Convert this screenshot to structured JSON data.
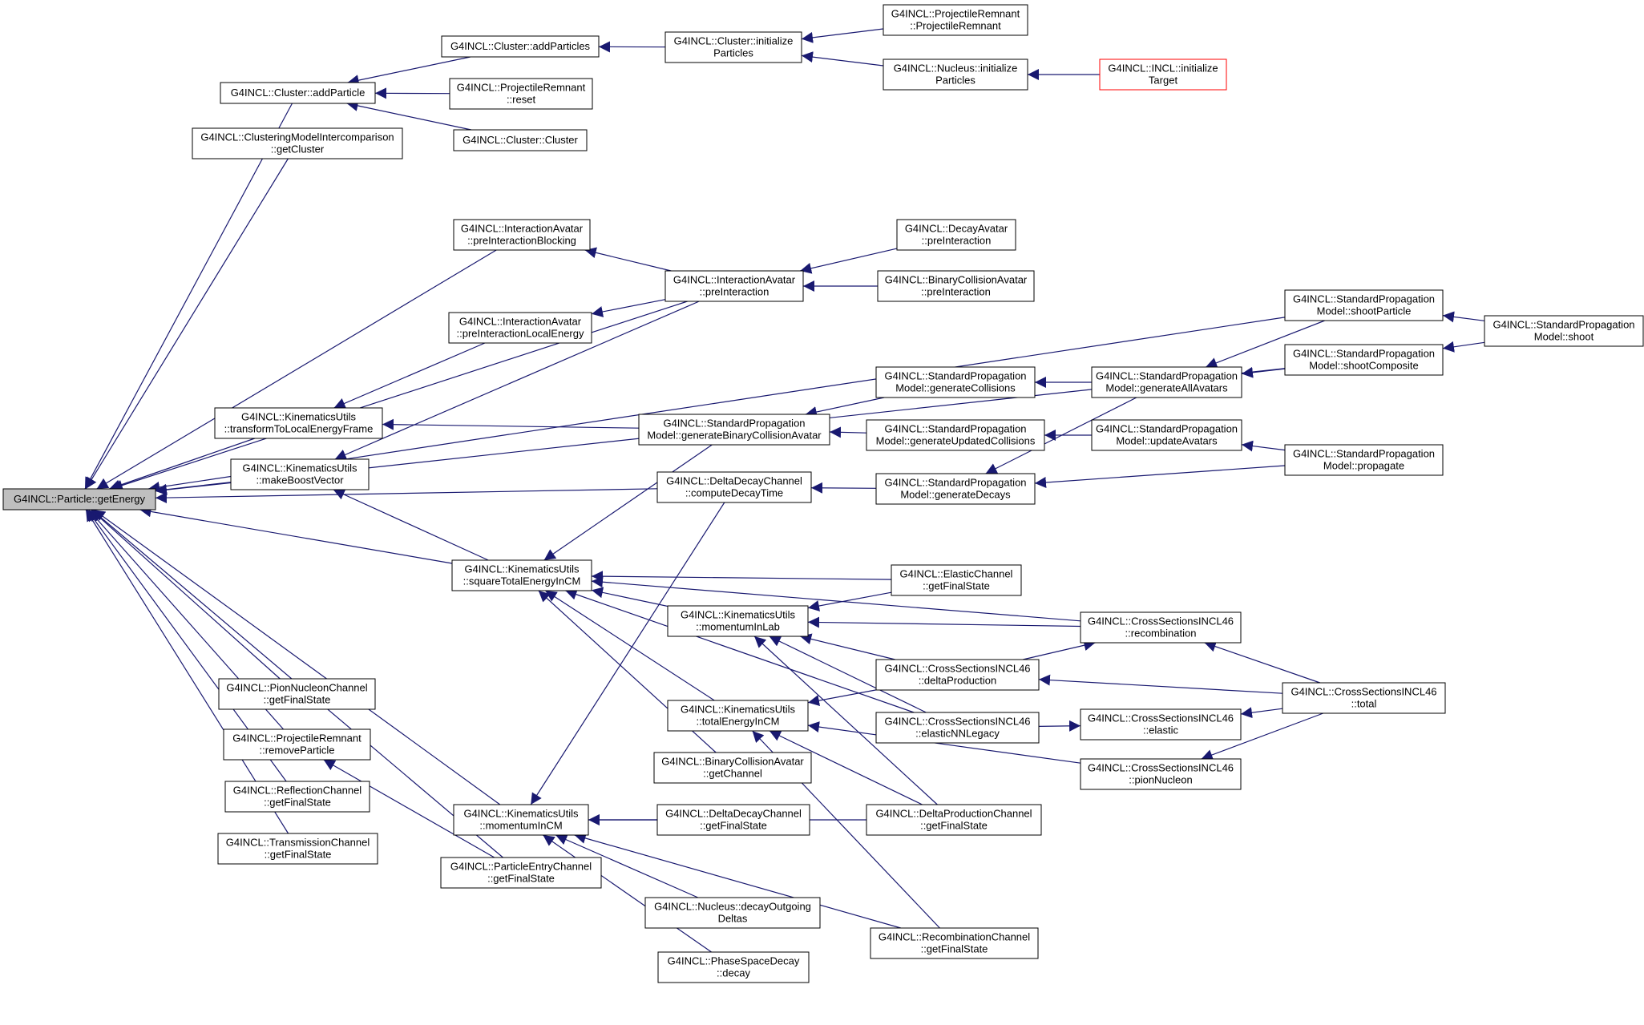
{
  "graph": {
    "colors": {
      "edge": "#191970",
      "border": "#000000",
      "root_fill": "#bfbfbf",
      "highlight_border": "#ff0000"
    },
    "nodes": [
      {
        "id": "root",
        "lines": [
          "G4INCL::Particle::getEnergy"
        ],
        "style": "root"
      },
      {
        "id": "cl_addParticle",
        "lines": [
          "G4INCL::Cluster::addParticle"
        ]
      },
      {
        "id": "cl_addParticles",
        "lines": [
          "G4INCL::Cluster::addParticles"
        ]
      },
      {
        "id": "cl_initParticles",
        "lines": [
          "G4INCL::Cluster::initialize",
          "Particles"
        ]
      },
      {
        "id": "pr_ctor",
        "lines": [
          "G4INCL::ProjectileRemnant",
          "::ProjectileRemnant"
        ]
      },
      {
        "id": "nu_initParticles",
        "lines": [
          "G4INCL::Nucleus::initialize",
          "Particles"
        ]
      },
      {
        "id": "incl_initTarget",
        "lines": [
          "G4INCL::INCL::initialize",
          "Target"
        ],
        "style": "highlight"
      },
      {
        "id": "pr_reset",
        "lines": [
          "G4INCL::ProjectileRemnant",
          "::reset"
        ]
      },
      {
        "id": "cl_ctor",
        "lines": [
          "G4INCL::Cluster::Cluster"
        ]
      },
      {
        "id": "cmi_getCluster",
        "lines": [
          "G4INCL::ClusteringModelIntercomparison",
          "::getCluster"
        ]
      },
      {
        "id": "ia_preBlocking",
        "lines": [
          "G4INCL::InteractionAvatar",
          "::preInteractionBlocking"
        ]
      },
      {
        "id": "ia_pre",
        "lines": [
          "G4INCL::InteractionAvatar",
          "::preInteraction"
        ]
      },
      {
        "id": "da_pre",
        "lines": [
          "G4INCL::DecayAvatar",
          "::preInteraction"
        ]
      },
      {
        "id": "bca_pre",
        "lines": [
          "G4INCL::BinaryCollisionAvatar",
          "::preInteraction"
        ]
      },
      {
        "id": "ia_preLocal",
        "lines": [
          "G4INCL::InteractionAvatar",
          "::preInteractionLocalEnergy"
        ]
      },
      {
        "id": "spm_shootParticle",
        "lines": [
          "G4INCL::StandardPropagation",
          "Model::shootParticle"
        ]
      },
      {
        "id": "spm_shoot",
        "lines": [
          "G4INCL::StandardPropagation",
          "Model::shoot"
        ]
      },
      {
        "id": "spm_shootComposite",
        "lines": [
          "G4INCL::StandardPropagation",
          "Model::shootComposite"
        ]
      },
      {
        "id": "spm_genCollisions",
        "lines": [
          "G4INCL::StandardPropagation",
          "Model::generateCollisions"
        ]
      },
      {
        "id": "spm_genAll",
        "lines": [
          "G4INCL::StandardPropagation",
          "Model::generateAllAvatars"
        ]
      },
      {
        "id": "ku_toLocal",
        "lines": [
          "G4INCL::KinematicsUtils",
          "::transformToLocalEnergyFrame"
        ]
      },
      {
        "id": "spm_genBCA",
        "lines": [
          "G4INCL::StandardPropagation",
          "Model::generateBinaryCollisionAvatar"
        ]
      },
      {
        "id": "spm_genUpdated",
        "lines": [
          "G4INCL::StandardPropagation",
          "Model::generateUpdatedCollisions"
        ]
      },
      {
        "id": "spm_updateAvatars",
        "lines": [
          "G4INCL::StandardPropagation",
          "Model::updateAvatars"
        ]
      },
      {
        "id": "ku_boost",
        "lines": [
          "G4INCL::KinematicsUtils",
          "::makeBoostVector"
        ]
      },
      {
        "id": "ddc_decayTime",
        "lines": [
          "G4INCL::DeltaDecayChannel",
          "::computeDecayTime"
        ]
      },
      {
        "id": "spm_genDecays",
        "lines": [
          "G4INCL::StandardPropagation",
          "Model::generateDecays"
        ]
      },
      {
        "id": "spm_propagate",
        "lines": [
          "G4INCL::StandardPropagation",
          "Model::propagate"
        ]
      },
      {
        "id": "ku_sqTotal",
        "lines": [
          "G4INCL::KinematicsUtils",
          "::squareTotalEnergyInCM"
        ]
      },
      {
        "id": "ec_final",
        "lines": [
          "G4INCL::ElasticChannel",
          "::getFinalState"
        ]
      },
      {
        "id": "ku_momLab",
        "lines": [
          "G4INCL::KinematicsUtils",
          "::momentumInLab"
        ]
      },
      {
        "id": "cs_recomb",
        "lines": [
          "G4INCL::CrossSectionsINCL46",
          "::recombination"
        ]
      },
      {
        "id": "cs_deltaProd",
        "lines": [
          "G4INCL::CrossSectionsINCL46",
          "::deltaProduction"
        ]
      },
      {
        "id": "cs_total",
        "lines": [
          "G4INCL::CrossSectionsINCL46",
          "::total"
        ]
      },
      {
        "id": "pnc_final",
        "lines": [
          "G4INCL::PionNucleonChannel",
          "::getFinalState"
        ]
      },
      {
        "id": "ku_totalE",
        "lines": [
          "G4INCL::KinematicsUtils",
          "::totalEnergyInCM"
        ]
      },
      {
        "id": "cs_elasticNN",
        "lines": [
          "G4INCL::CrossSectionsINCL46",
          "::elasticNNLegacy"
        ]
      },
      {
        "id": "cs_elastic",
        "lines": [
          "G4INCL::CrossSectionsINCL46",
          "::elastic"
        ]
      },
      {
        "id": "pr_remove",
        "lines": [
          "G4INCL::ProjectileRemnant",
          "::removeParticle"
        ]
      },
      {
        "id": "bca_channel",
        "lines": [
          "G4INCL::BinaryCollisionAvatar",
          "::getChannel"
        ]
      },
      {
        "id": "cs_pionN",
        "lines": [
          "G4INCL::CrossSectionsINCL46",
          "::pionNucleon"
        ]
      },
      {
        "id": "rc_final",
        "lines": [
          "G4INCL::ReflectionChannel",
          "::getFinalState"
        ]
      },
      {
        "id": "ku_momCM",
        "lines": [
          "G4INCL::KinematicsUtils",
          "::momentumInCM"
        ]
      },
      {
        "id": "ddc_final",
        "lines": [
          "G4INCL::DeltaDecayChannel",
          "::getFinalState"
        ]
      },
      {
        "id": "dpc_final",
        "lines": [
          "G4INCL::DeltaProductionChannel",
          "::getFinalState"
        ]
      },
      {
        "id": "tc_final",
        "lines": [
          "G4INCL::TransmissionChannel",
          "::getFinalState"
        ]
      },
      {
        "id": "pec_final",
        "lines": [
          "G4INCL::ParticleEntryChannel",
          "::getFinalState"
        ]
      },
      {
        "id": "nu_decayDeltas",
        "lines": [
          "G4INCL::Nucleus::decayOutgoing",
          "Deltas"
        ]
      },
      {
        "id": "psd_decay",
        "lines": [
          "G4INCL::PhaseSpaceDecay",
          "::decay"
        ]
      },
      {
        "id": "recc_final",
        "lines": [
          "G4INCL::RecombinationChannel",
          "::getFinalState"
        ]
      }
    ]
  }
}
